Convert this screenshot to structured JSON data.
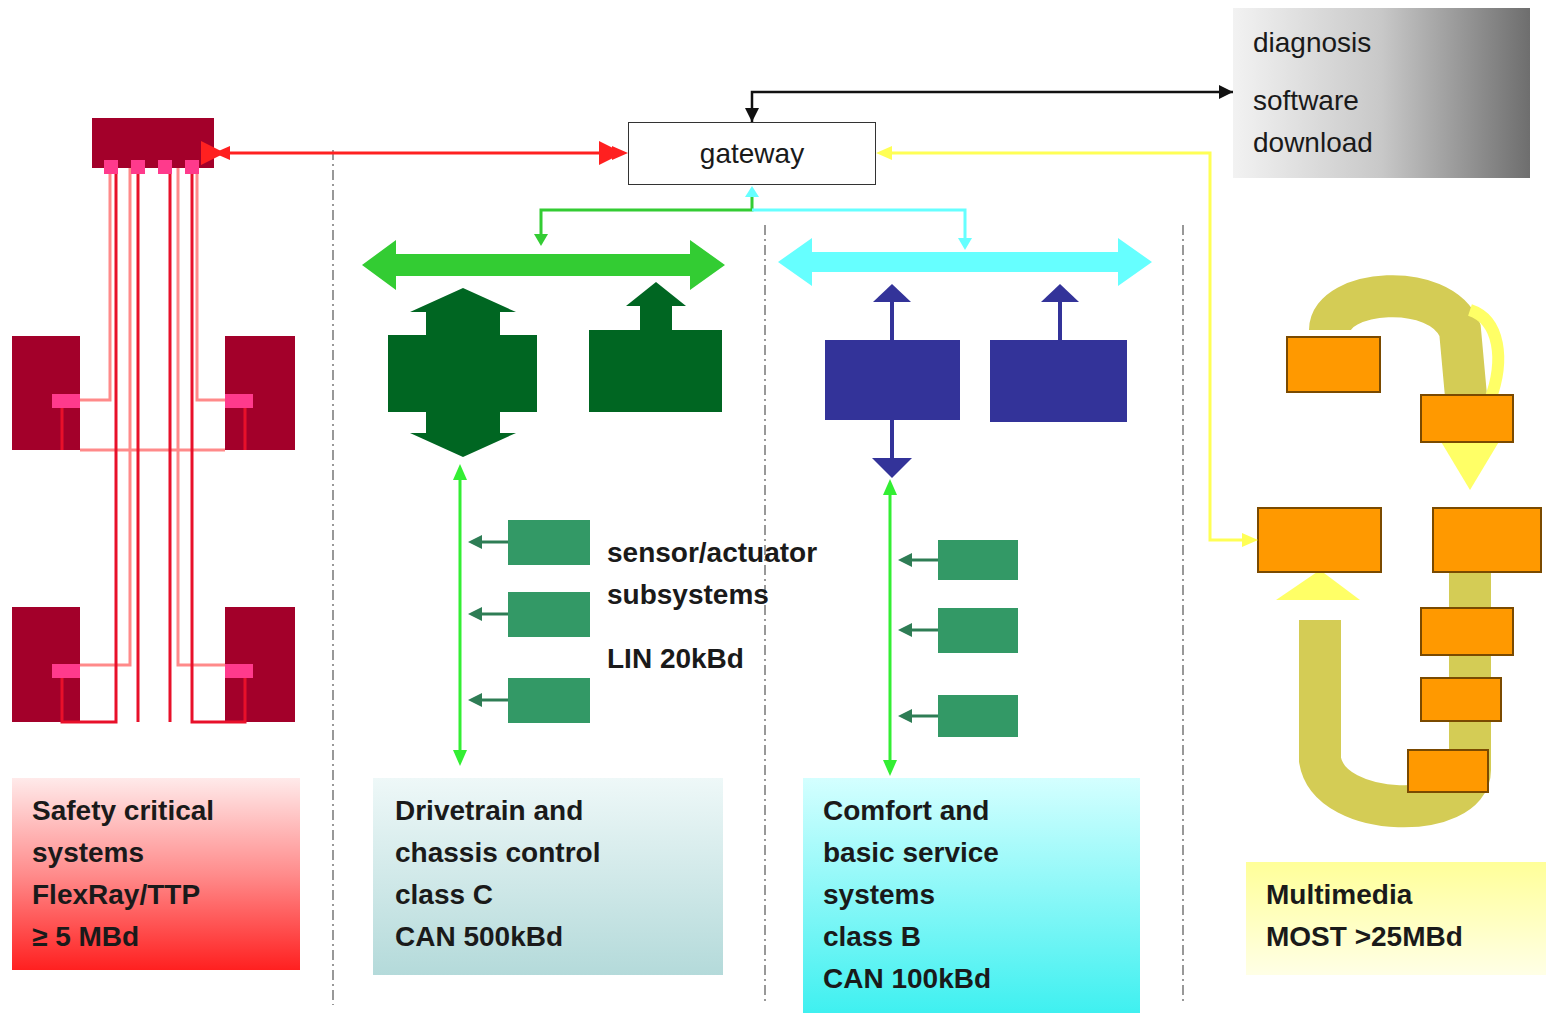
{
  "diagram": {
    "nodes": [
      {
        "text": [
          "gateway"
        ]
      },
      {
        "text": [
          "diagnosis",
          "software download"
        ]
      },
      {
        "text": [
          "Safety critical systems",
          "FlexRay/TTP",
          "≥ 5 MBd"
        ]
      },
      {
        "text": [
          "Drivetrain and chassis control",
          "class C",
          "CAN 500kBd"
        ]
      },
      {
        "text": [
          "Comfort and basic service systems",
          "class B",
          "CAN 100kBd"
        ]
      },
      {
        "text": [
          "Multimedia",
          "MOST >25MBd"
        ]
      }
    ],
    "edges": [
      {
        "from": 0,
        "to": 1,
        "arrow": "both"
      }
    ],
    "labels": [
      "sensor/actuator subsystems",
      "LIN 20kBd"
    ]
  }
}
